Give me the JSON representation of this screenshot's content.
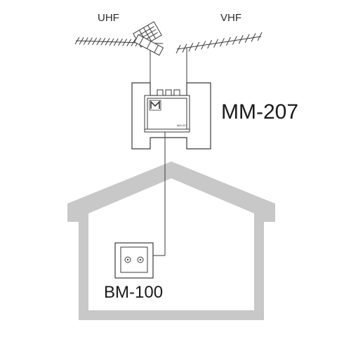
{
  "labels": {
    "uhf": "UHF",
    "vhf": "VHF",
    "amplifier": "MM-207",
    "outlet": "BM-100",
    "amplifier_plate": "MM-207"
  },
  "colors": {
    "line": "#3a3a3a",
    "house": "#c8c8c8",
    "background": "#ffffff"
  },
  "icons": {
    "uhf_antenna": "uhf-antenna-icon",
    "vhf_antenna": "vhf-antenna-icon",
    "amplifier": "amplifier-icon",
    "logo": "brand-logo-icon",
    "outlet": "wall-outlet-icon",
    "house": "house-outline-icon"
  }
}
